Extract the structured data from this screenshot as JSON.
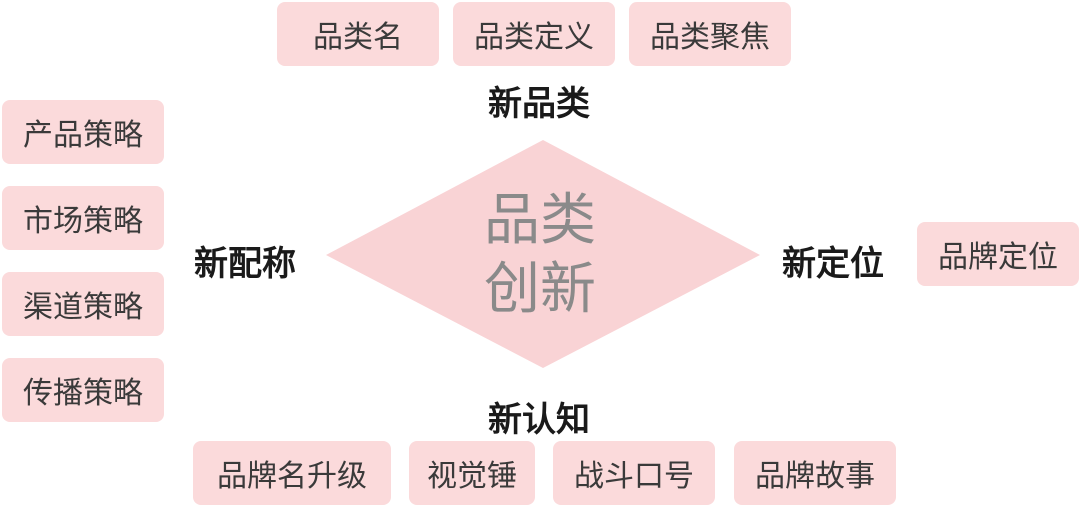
{
  "colors": {
    "box_fill": "#fbdadb",
    "diamond_fill": "#f9d3d5",
    "center_text": "#8a8a8a"
  },
  "center": {
    "line1": "品类",
    "line2": "创新"
  },
  "top": {
    "label": "新品类",
    "items": [
      "品类名",
      "品类定义",
      "品类聚焦"
    ]
  },
  "left": {
    "label": "新配称",
    "items": [
      "产品策略",
      "市场策略",
      "渠道策略",
      "传播策略"
    ]
  },
  "right": {
    "label": "新定位",
    "items": [
      "品牌定位"
    ]
  },
  "bottom": {
    "label": "新认知",
    "items": [
      "品牌名升级",
      "视觉锤",
      "战斗口号",
      "品牌故事"
    ]
  }
}
